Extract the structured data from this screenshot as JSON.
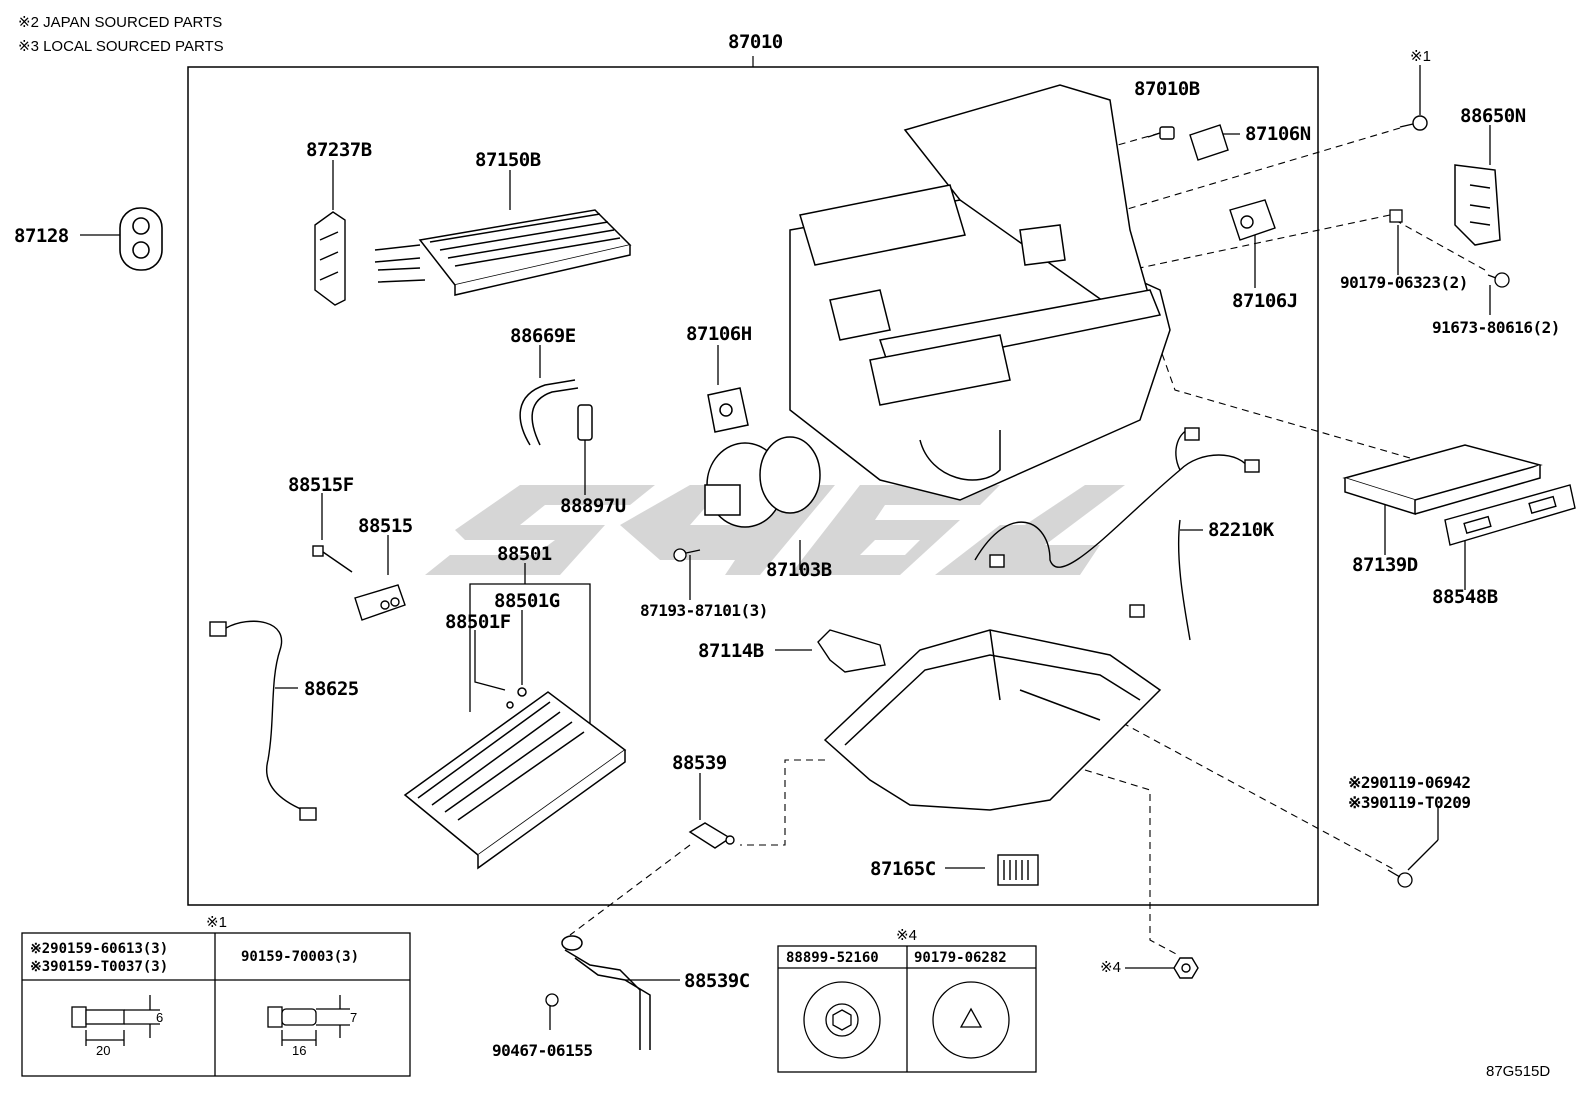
{
  "notes": {
    "japan": "※2 JAPAN SOURCED PARTS",
    "local": "※3 LOCAL SOURCED PARTS"
  },
  "assembly_label": "87010",
  "parts": {
    "p87128": "87128",
    "p87237B": "87237B",
    "p87150B": "87150B",
    "p88669E": "88669E",
    "p88897U": "88897U",
    "p87106H": "87106H",
    "p87010B": "87010B",
    "p87106N": "87106N",
    "p87106J": "87106J",
    "p88650N": "88650N",
    "p90179_06323": "90179-06323(2)",
    "p91673_80616": "91673-80616(2)",
    "p88515F": "88515F",
    "p88515": "88515",
    "p88501": "88501",
    "p88501G": "88501G",
    "p88501F": "88501F",
    "p88625": "88625",
    "p87103B": "87103B",
    "p87193": "87193-87101(3)",
    "p82210K": "82210K",
    "p87139D": "87139D",
    "p88548B": "88548B",
    "p87114B": "87114B",
    "p88539": "88539",
    "p87165C": "87165C",
    "p90119_06942": "※290119-06942",
    "p90119_T0209": "※390119-T0209",
    "p88539C": "88539C",
    "p90467": "90467-06155",
    "mark1": "※1",
    "mark4": "※4"
  },
  "table1": {
    "mark": "※1",
    "col1_line1": "※290159-60613(3)",
    "col1_line2": "※390159-T0037(3)",
    "col2": "90159-70003(3)",
    "dim_a_len": "20",
    "dim_a_dia": "6",
    "dim_b_len": "16",
    "dim_b_dia": "7"
  },
  "table4": {
    "mark": "※4",
    "col1": "88899-52160",
    "col2": "90179-06282"
  },
  "diagram_code": "87G515D",
  "colors": {
    "line": "#000000",
    "watermark": "#cfcfcf"
  }
}
